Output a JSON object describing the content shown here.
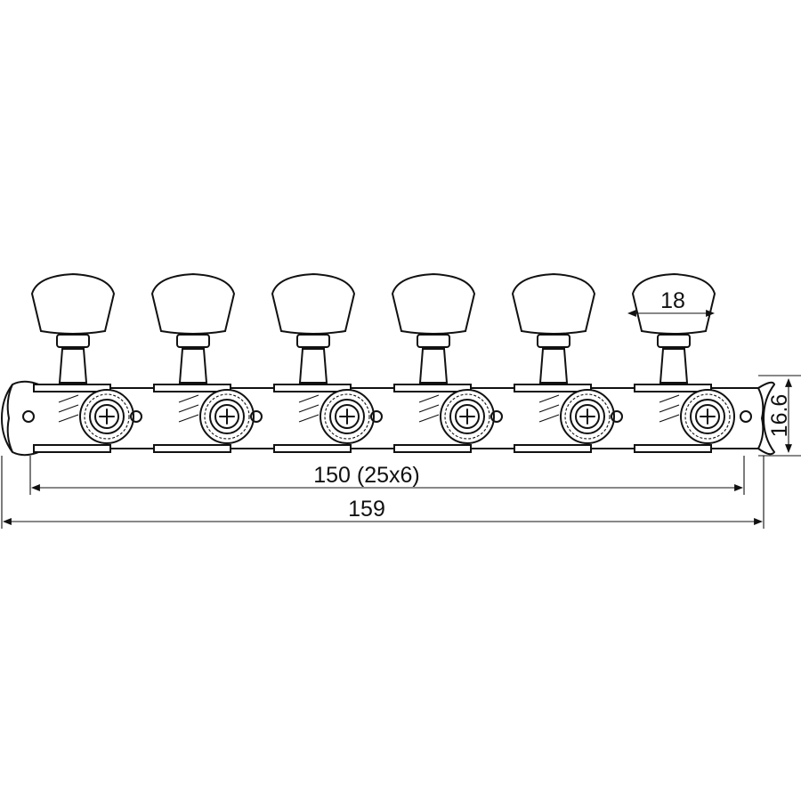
{
  "diagram": {
    "post_count": 6,
    "dimensions": {
      "button_width": "18",
      "plate_height": "16.6",
      "post_spacing": "150 (25x6)",
      "overall_length": "159"
    }
  }
}
